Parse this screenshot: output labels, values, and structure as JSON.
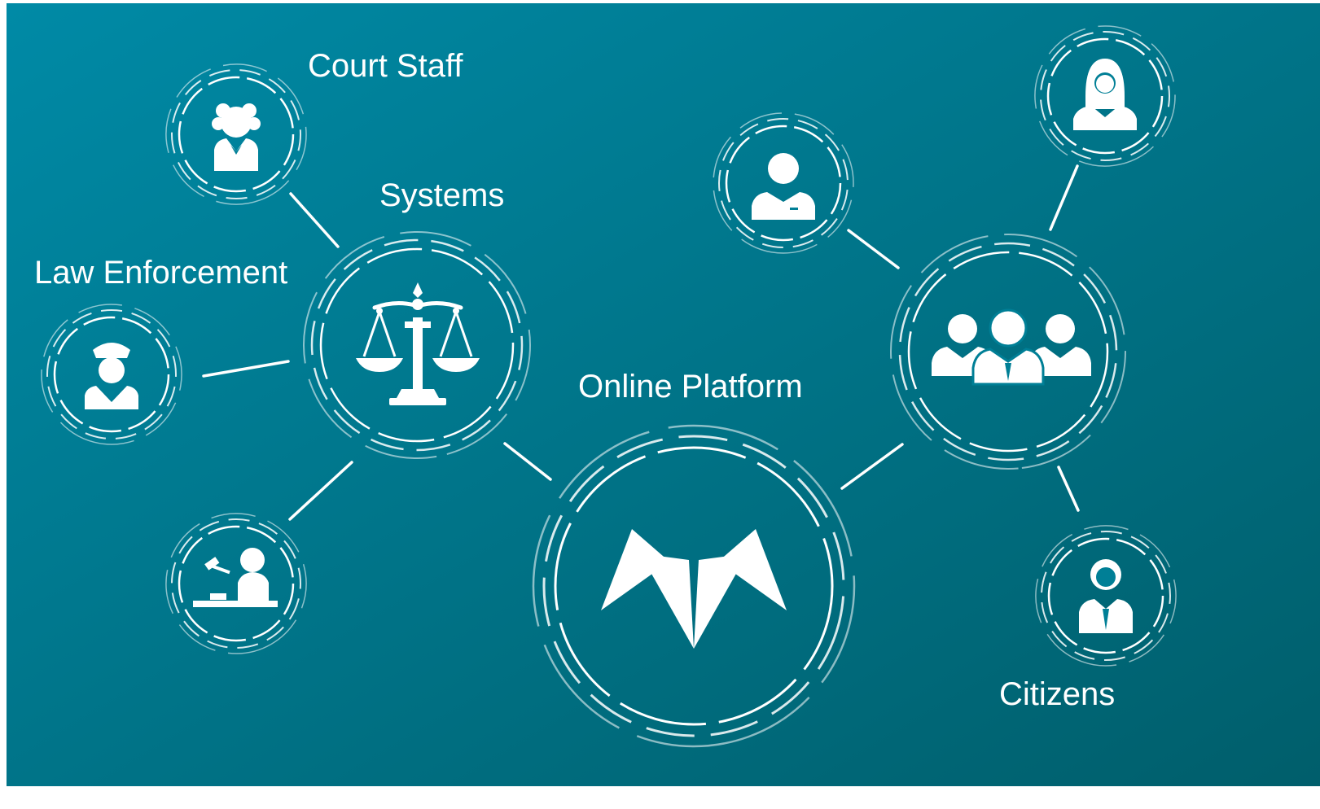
{
  "labels": {
    "court_staff": "Court Staff",
    "systems": "Systems",
    "law_enforcement": "Law Enforcement",
    "online_platform": "Online Platform",
    "citizens": "Citizens"
  },
  "colors": {
    "background_start": "#008aa6",
    "background_end": "#005e6b",
    "foreground": "#ffffff"
  },
  "icons": {
    "center": "platform-logo-icon",
    "systems": "scales-of-justice-icon",
    "court_staff": "court-clerk-icon",
    "law_enforcement": "police-officer-icon",
    "judge": "judge-gavel-icon",
    "citizens": "people-group-icon",
    "citizen_man": "man-icon",
    "citizen_woman": "woman-icon",
    "citizen_person": "person-tie-icon"
  }
}
